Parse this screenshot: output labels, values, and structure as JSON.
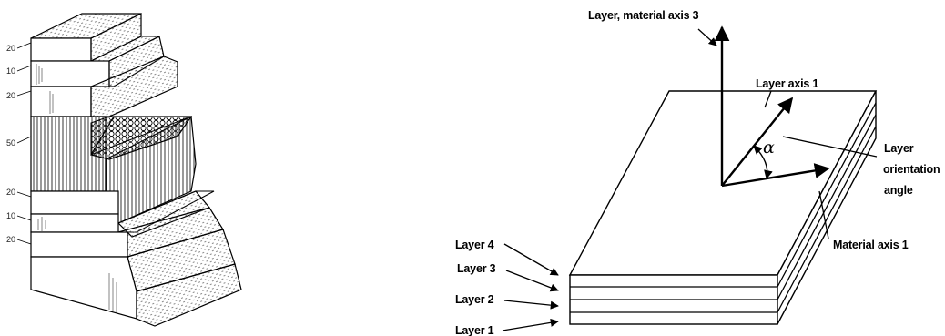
{
  "left_figure": {
    "ply_thicknesses": [
      "20",
      "10",
      "20",
      "50",
      "20",
      "10",
      "20"
    ]
  },
  "right_figure": {
    "labels": {
      "axis3": "Layer, material axis 3",
      "layer_axis1": "Layer  axis 1",
      "alpha": "α",
      "orientation_line1": "Layer",
      "orientation_line2": "orientation",
      "orientation_line3": "angle",
      "material_axis1": "Material axis 1"
    },
    "layers": [
      "Layer 4",
      "Layer 3",
      "Layer 2",
      "Layer 1"
    ]
  }
}
